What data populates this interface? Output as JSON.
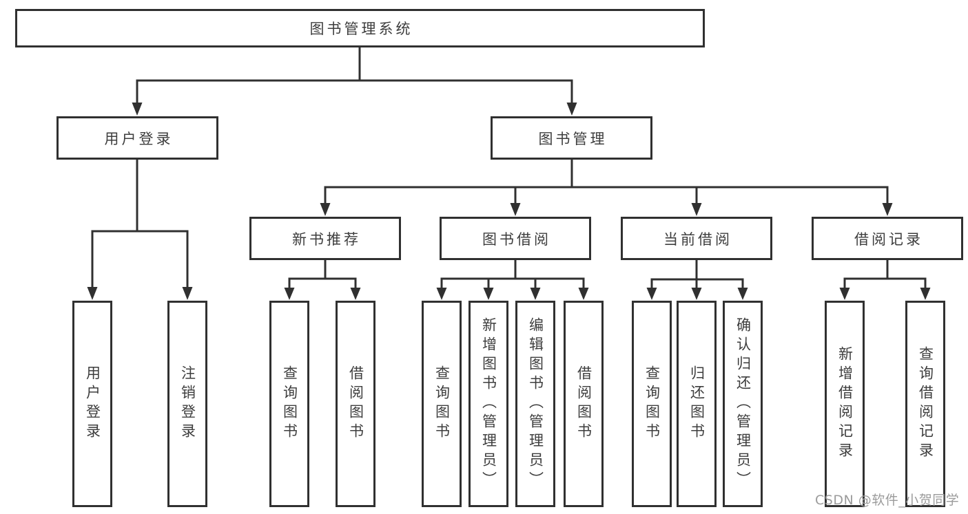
{
  "tree": {
    "label": "图书管理系统",
    "children": [
      {
        "label": "用户登录",
        "children": [
          {
            "label": "用户登录"
          },
          {
            "label": "注销登录"
          }
        ]
      },
      {
        "label": "图书管理",
        "children": [
          {
            "label": "新书推荐",
            "children": [
              {
                "label": "查询图书"
              },
              {
                "label": "借阅图书"
              }
            ]
          },
          {
            "label": "图书借阅",
            "children": [
              {
                "label": "查询图书"
              },
              {
                "label": "新增图书（管理员）"
              },
              {
                "label": "编辑图书（管理员）"
              },
              {
                "label": "借阅图书"
              }
            ]
          },
          {
            "label": "当前借阅",
            "children": [
              {
                "label": "查询图书"
              },
              {
                "label": "归还图书"
              },
              {
                "label": "确认归还（管理员）"
              }
            ]
          },
          {
            "label": "借阅记录",
            "children": [
              {
                "label": "新增借阅记录"
              },
              {
                "label": "查询借阅记录"
              }
            ]
          }
        ]
      }
    ]
  },
  "watermark": {
    "text": "CSDN @软件_小贺同学"
  },
  "colors": {
    "line": "#303030",
    "text": "#3d3d3d",
    "watermark": "#9b9b9b",
    "background": "#ffffff"
  }
}
